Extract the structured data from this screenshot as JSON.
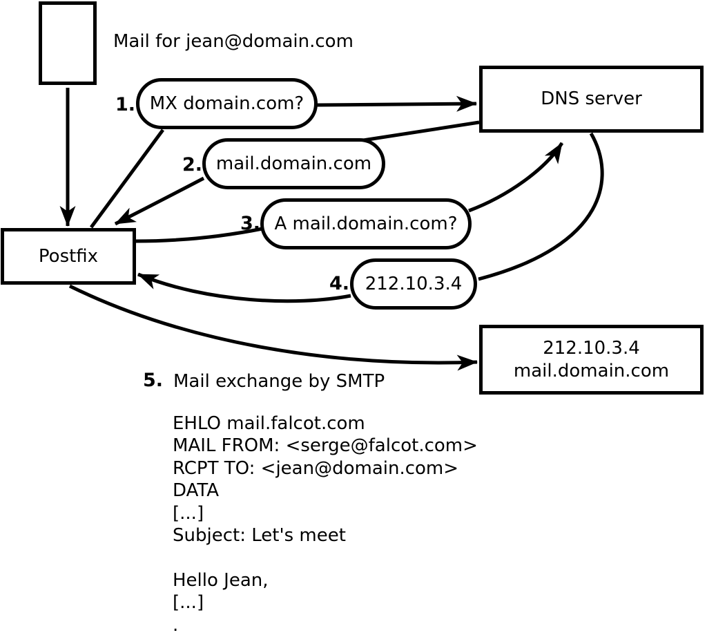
{
  "diagram": {
    "caption": "Mail for jean@domain.com",
    "nodes": {
      "postfix": "Postfix",
      "dns": "DNS server",
      "mailhost_line1": "212.10.3.4",
      "mailhost_line2": "mail.domain.com"
    },
    "steps": [
      {
        "num": "1.",
        "label": "MX domain.com?"
      },
      {
        "num": "2.",
        "label": "mail.domain.com"
      },
      {
        "num": "3.",
        "label": "A mail.domain.com?"
      },
      {
        "num": "4.",
        "label": "212.10.3.4"
      },
      {
        "num": "5.",
        "label": "Mail exchange by SMTP"
      }
    ],
    "smtp_session": "EHLO mail.falcot.com\nMAIL FROM: <serge@falcot.com>\nRCPT TO: <jean@domain.com>\nDATA\n[...]\nSubject: Let's meet\n\nHello Jean,\n[...]\n.",
    "colors": {
      "ink": "#000000",
      "background": "#ffffff"
    }
  }
}
